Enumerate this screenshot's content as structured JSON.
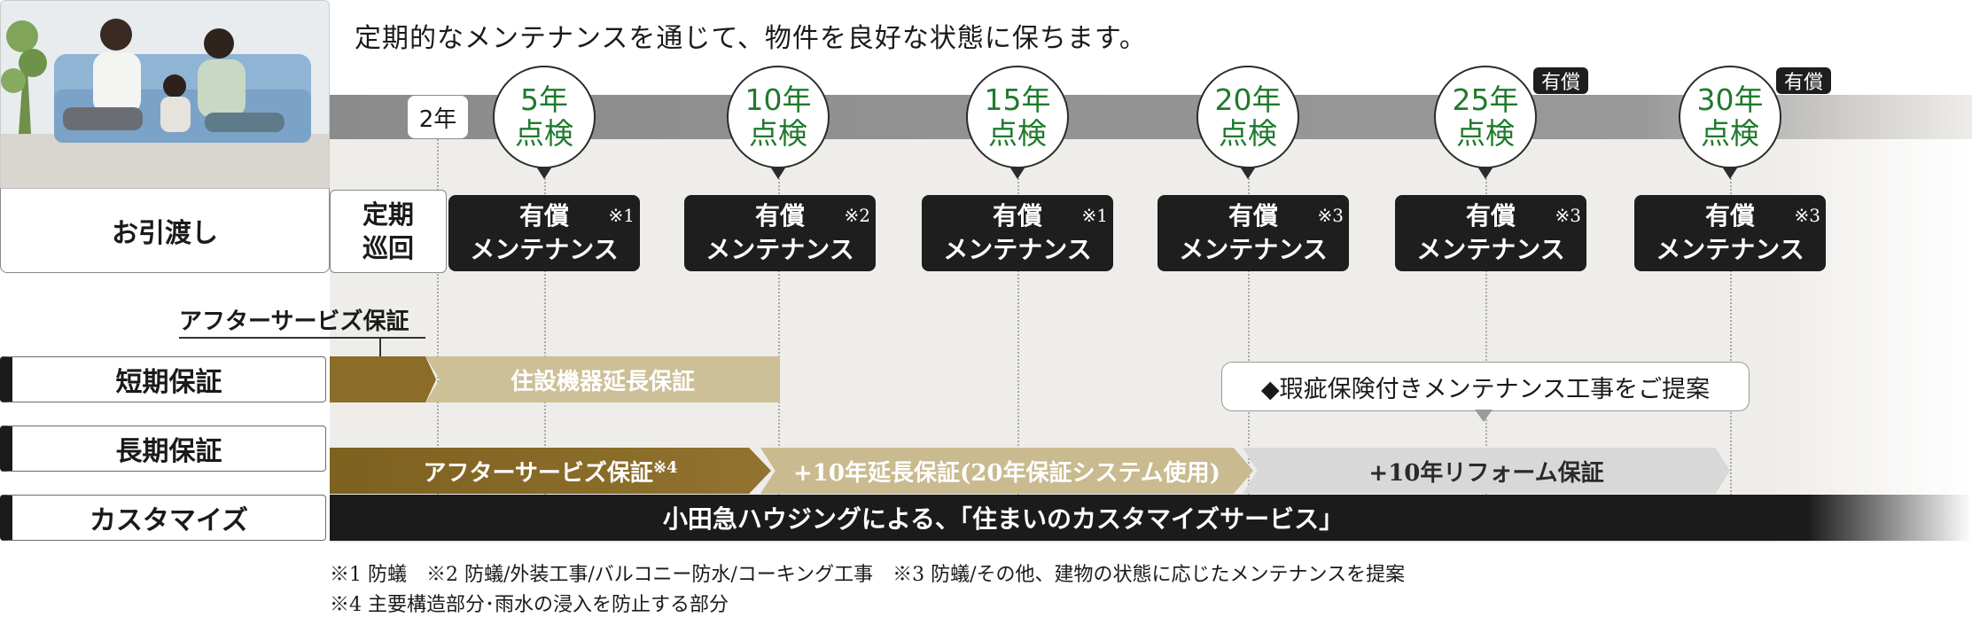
{
  "headline": "定期的なメンテナンスを通じて、物件を良好な状態に保ちます。",
  "handover": "お引渡し",
  "year_marker": "2年",
  "patrol": {
    "line1": "定期",
    "line2": "巡回"
  },
  "inspections": [
    {
      "line1": "5年",
      "line2": "点検",
      "paid_tag": ""
    },
    {
      "line1": "10年",
      "line2": "点検",
      "paid_tag": ""
    },
    {
      "line1": "15年",
      "line2": "点検",
      "paid_tag": ""
    },
    {
      "line1": "20年",
      "line2": "点検",
      "paid_tag": ""
    },
    {
      "line1": "25年",
      "line2": "点検",
      "paid_tag": "有償"
    },
    {
      "line1": "30年",
      "line2": "点検",
      "paid_tag": "有償"
    }
  ],
  "maintenance": [
    {
      "line1": "有償",
      "line2": "メンテナンス",
      "note": "※1"
    },
    {
      "line1": "有償",
      "line2": "メンテナンス",
      "note": "※2"
    },
    {
      "line1": "有償",
      "line2": "メンテナンス",
      "note": "※1"
    },
    {
      "line1": "有償",
      "line2": "メンテナンス",
      "note": "※3"
    },
    {
      "line1": "有償",
      "line2": "メンテナンス",
      "note": "※3"
    },
    {
      "line1": "有償",
      "line2": "メンテナンス",
      "note": "※3"
    }
  ],
  "after_service_title": "アフターサービズ保証",
  "rows": {
    "short": "短期保証",
    "long": "長期保証",
    "custom": "カスタマイズ"
  },
  "bars": {
    "short_extension": "住設機器延長保証",
    "long_after_service": "アフターサービズ保証",
    "long_after_service_note": "※4",
    "long_extension": "+10年延長保証(20年保証システム使用)",
    "long_reform": "+10年リフォーム保証",
    "custom": "小田急ハウジングによる、「住まいのカスタマイズサービス」"
  },
  "callout": "◆瑕疵保険付きメンテナンス工事をご提案",
  "notes": {
    "line1": "※1 防蟻　※2 防蟻/外装工事/バルコニー防水/コーキング工事　※3 防蟻/その他、建物の状態に応じたメンテナンスを提案",
    "line2": "※4 主要構造部分･雨水の浸入を防止する部分"
  },
  "colors": {
    "inspection_text": "#1f7a2c",
    "bar_gold_dark": "#8b6c28",
    "bar_gold_light": "#cdbf96",
    "bar_gray": "#d8d8d8",
    "dark": "#1e1e1e"
  }
}
